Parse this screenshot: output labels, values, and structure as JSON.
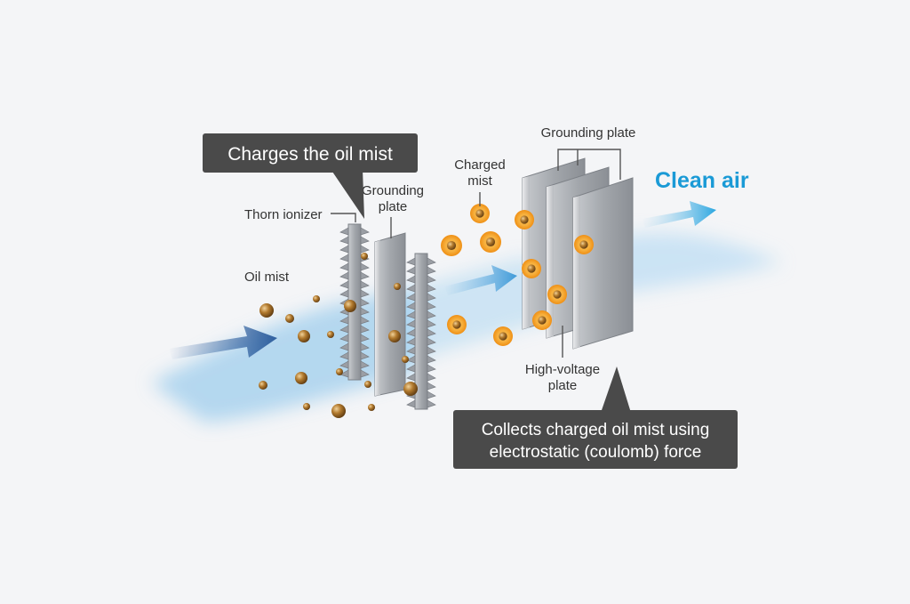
{
  "labels": {
    "oil_mist": "Oil mist",
    "thorn_ionizer": "Thorn ionizer",
    "grounding_plate_1": [
      "Grounding",
      "plate"
    ],
    "charged_mist": [
      "Charged",
      "mist"
    ],
    "grounding_plate_2": "Grounding plate",
    "high_voltage_plate": [
      "High-voltage",
      "plate"
    ],
    "clean_air": "Clean air"
  },
  "callouts": {
    "charge": "Charges the oil mist",
    "collect": [
      "Collects charged oil mist using",
      "electrostatic (coulomb) force"
    ]
  },
  "colors": {
    "background": "#f4f5f7",
    "callout_box": "#4a4a4a",
    "clean_air_text": "#1a9ad6",
    "airflow_blue": "#8ec8ec",
    "inflow_arrow": "#2f5f9e",
    "oil_particle": "#a0661f",
    "charged_ring": "#f5a32a",
    "plate_metal": "#a9adb2"
  }
}
